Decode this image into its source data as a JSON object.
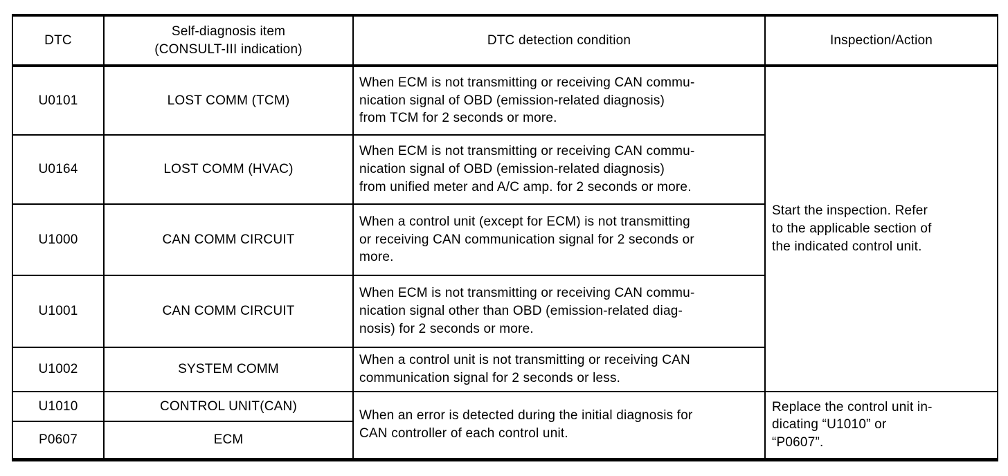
{
  "colors": {
    "background": "#ffffff",
    "border": "#000000",
    "text": "#000000"
  },
  "table": {
    "headers": {
      "dtc": "DTC",
      "self_diagnosis": "Self-diagnosis item\n(CONSULT-III indication)",
      "detection": "DTC detection condition",
      "inspection": "Inspection/Action"
    },
    "rows": [
      {
        "dtc": "U0101",
        "item": "LOST COMM (TCM)",
        "condition": "When ECM is not transmitting or receiving CAN commu-\nnication signal of OBD (emission-related diagnosis)\nfrom TCM for 2 seconds or more."
      },
      {
        "dtc": "U0164",
        "item": "LOST COMM (HVAC)",
        "condition": "When ECM is not transmitting or receiving CAN commu-\nnication signal of OBD (emission-related diagnosis)\nfrom unified meter and A/C amp. for 2 seconds or more."
      },
      {
        "dtc": "U1000",
        "item": "CAN COMM CIRCUIT",
        "condition": "When a control unit (except for ECM) is not transmitting\nor receiving CAN communication signal for 2 seconds or\nmore."
      },
      {
        "dtc": "U1001",
        "item": "CAN COMM CIRCUIT",
        "condition": "When ECM is not transmitting or receiving CAN commu-\nnication signal other than OBD (emission-related diag-\nnosis) for 2 seconds or more."
      },
      {
        "dtc": "U1002",
        "item": "SYSTEM COMM",
        "condition": "When a control unit is not transmitting or receiving CAN\ncommunication signal for 2 seconds or less."
      },
      {
        "dtc": "U1010",
        "item": "CONTROL UNIT(CAN)"
      },
      {
        "dtc": "P0607",
        "item": "ECM"
      }
    ],
    "merged_cells": {
      "condition_u1010_p0607": "When an error is detected during the initial diagnosis for\nCAN controller of each control unit.",
      "inspection_u0101_to_u1002": "Start the inspection. Refer\nto the applicable section of\nthe indicated control unit.",
      "inspection_u1010_p0607": "Replace the control unit in-\ndicating “U1010” or\n“P0607”."
    }
  }
}
